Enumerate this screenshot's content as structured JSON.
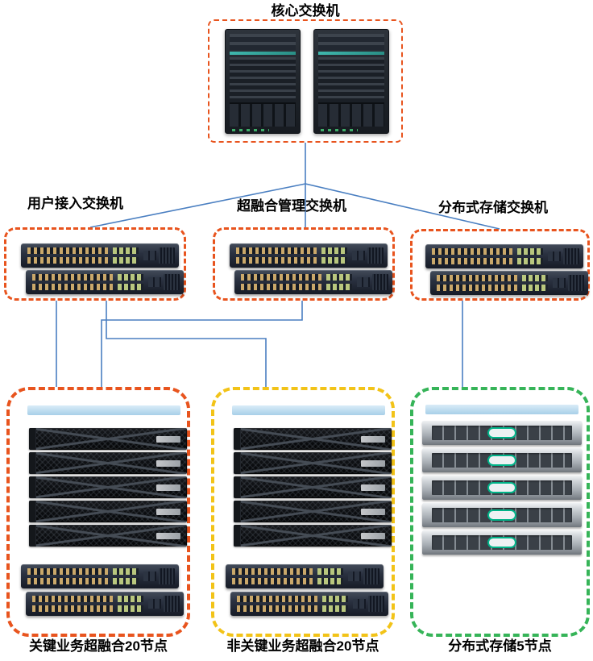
{
  "diagram": {
    "labels": {
      "core": "核心交换机",
      "access": "用户接入交换机",
      "mgmt": "超融合管理交换机",
      "storage_switch": "分布式存储交换机",
      "cluster_critical": "关键业务超融合20节点",
      "cluster_noncritical": "非关键业务超融合20节点",
      "cluster_storage": "分布式存储5节点"
    },
    "colors": {
      "core_border": "#e8541e",
      "access_border": "#e8541e",
      "mgmt_border": "#e8541e",
      "storage_switch_border": "#e8541e",
      "critical_border": "#e8541e",
      "noncritical_border": "#f2c318",
      "storage_border": "#36b458",
      "link": "#4a7fc1"
    },
    "devices": {
      "core_chassis_count": 2,
      "access_switch_count": 2,
      "mgmt_switch_count": 2,
      "storage_switch_count": 2,
      "critical_server_count": 5,
      "critical_switch_count": 2,
      "noncritical_server_count": 5,
      "noncritical_switch_count": 2,
      "storage_node_count": 5
    }
  }
}
